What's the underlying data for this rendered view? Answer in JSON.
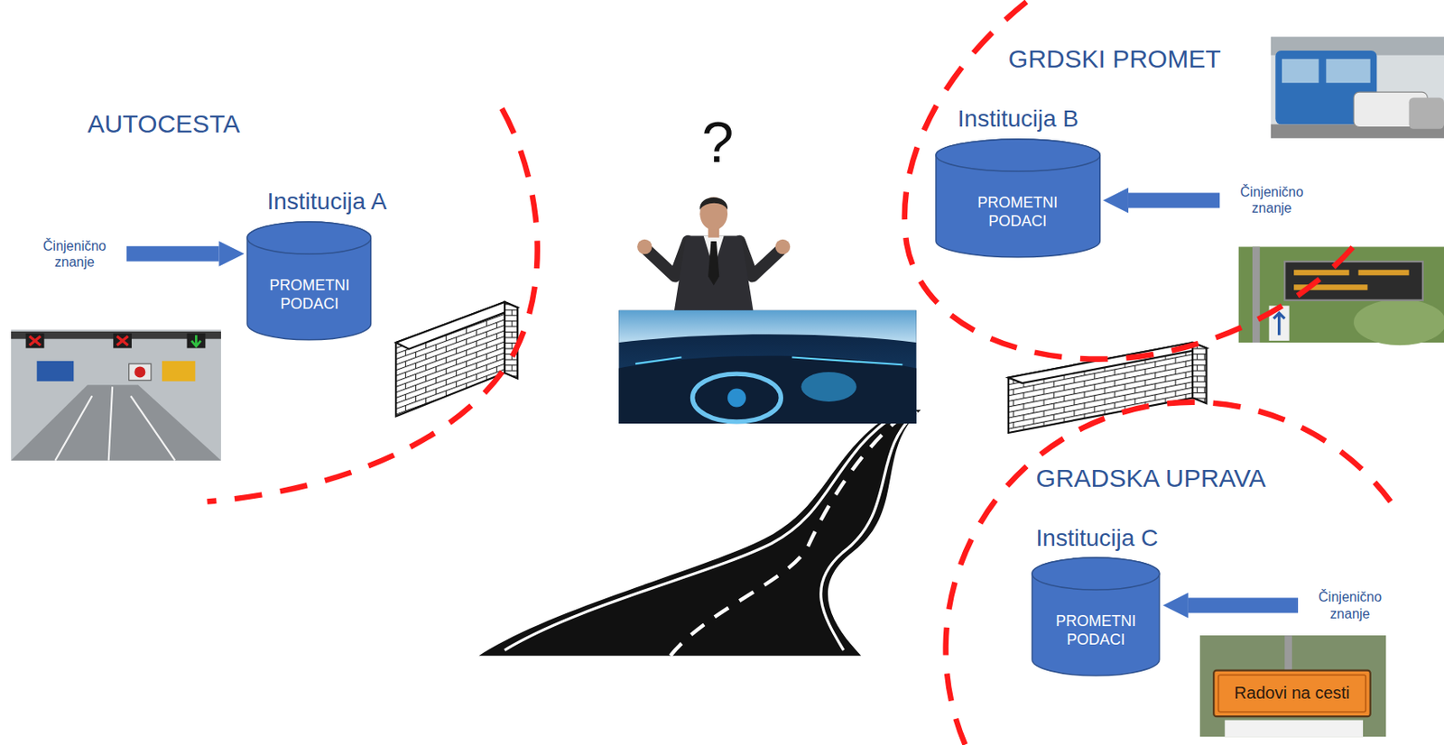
{
  "diagram": {
    "nodes": [
      {
        "text": [
          "AUTOCESTA"
        ]
      },
      {
        "text": [
          "Činjenično znanje"
        ],
        "in": 0
      },
      {
        "text": [
          "Institucija A",
          "PROMETNI PODACI"
        ],
        "in": 0
      },
      {
        "text": [
          "GRDSKI PROMET"
        ]
      },
      {
        "text": [
          "Institucija B",
          "PROMETNI PODACI"
        ],
        "in": 3
      },
      {
        "text": [
          "Činjenično znanje"
        ],
        "in": 3
      },
      {
        "text": [
          "GRADSKA UPRAVA"
        ]
      },
      {
        "text": [
          "Institucija C",
          "PROMETNI PODACI"
        ],
        "in": 6
      },
      {
        "text": [
          "Činjenično znanje"
        ],
        "in": 6
      }
    ],
    "edges": [
      {
        "from": 1,
        "to": 2,
        "arrow": "to"
      },
      {
        "from": 5,
        "to": 4,
        "arrow": "to"
      },
      {
        "from": 8,
        "to": 7,
        "arrow": "to"
      }
    ],
    "labels": [
      "?",
      "Radovi na cesti"
    ]
  }
}
